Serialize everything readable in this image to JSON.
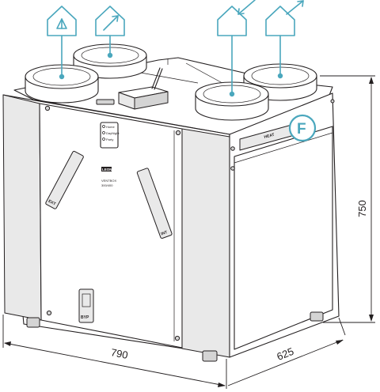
{
  "dimensions": {
    "width": "790",
    "depth": "625",
    "height": "750"
  },
  "labels": {
    "ext": "EXT",
    "int": "INT",
    "byp": "BYP",
    "heat": "HEAT",
    "filter_letter": "F",
    "brand": "LEON",
    "model_line1": "VENTBOX",
    "model_line2": "300/400",
    "panel_line1": "Home",
    "panel_line2": "DayNight",
    "panel_line3": "Party"
  },
  "colors": {
    "accent": "#4aa7bd",
    "line": "#231f20"
  },
  "icons": [
    "house-fresh-air-in-icon",
    "house-supply-air-icon",
    "house-extract-air-in-icon",
    "house-exhaust-air-out-icon",
    "filter-badge-icon"
  ]
}
